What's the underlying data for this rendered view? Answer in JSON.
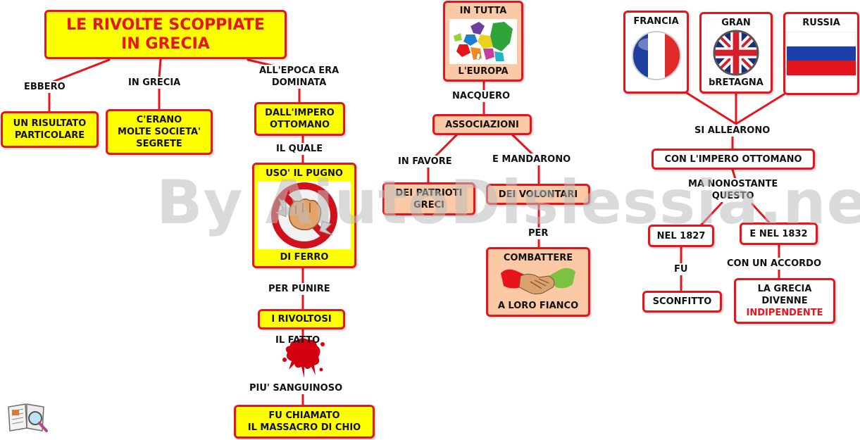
{
  "title_line1": "LE RIVOLTE SCOPPIATE",
  "title_line2": "IN GRECIA",
  "left": {
    "edge_ebbero": "EBBERO",
    "edge_in_grecia": "IN GRECIA",
    "risultato_1": "UN RISULTATO",
    "risultato_2": "PARTICOLARE",
    "societa_1": "C'ERANO",
    "societa_2": "MOLTE SOCIETA'",
    "societa_3": "SEGRETE"
  },
  "center": {
    "edge_epoca_1": "ALL'EPOCA ERA",
    "edge_epoca_2": "DOMINATA",
    "impero_1": "DALL'IMPERO",
    "impero_2": "OTTOMANO",
    "edge_il_quale": "IL QUALE",
    "pugno_top": "USO' IL PUGNO",
    "pugno_bottom": "DI FERRO",
    "edge_per_punire": "PER PUNIRE",
    "rivoltosi": "I RIVOLTOSI",
    "edge_il_fatto": "IL FATTO",
    "edge_sanguinoso": "PIU' SANGUINOSO",
    "massacro_1": "FU CHIAMATO",
    "massacro_2": "IL MASSACRO DI CHIO"
  },
  "europe": {
    "europa_top": "IN TUTTA",
    "europa_bottom": "L'EUROPA",
    "edge_nacquero": "NACQUERO",
    "associazioni": "ASSOCIAZIONI",
    "edge_in_favore": "IN FAVORE",
    "edge_mandarono": "E MANDARONO",
    "patrioti_1": "DEI PATRIOTI",
    "patrioti_2": "GRECI",
    "volontari": "DEI VOLONTARI",
    "edge_per": "PER",
    "combattere_top": "COMBATTERE",
    "combattere_bottom": "A LORO FIANCO"
  },
  "powers": {
    "francia": "FRANCIA",
    "gran_1": "GRAN",
    "gran_2": "bRETAGNA",
    "russia": "RUSSIA",
    "edge_allearono": "SI ALLEARONO",
    "ottomano": "CON L'IMPERO OTTOMANO",
    "edge_nonostante_1": "MA NONOSTANTE",
    "edge_nonostante_2": "QUESTO",
    "nel_1827": "NEL 1827",
    "nel_1832": "E NEL 1832",
    "edge_fu": "FU",
    "sconfitto": "SCONFITTO",
    "edge_accordo": "CON UN ACCORDO",
    "grecia_1": "LA GRECIA",
    "grecia_2": "DIVENNE",
    "grecia_3": "INDIPENDENTE"
  },
  "watermark": "By AiutoDislessia.net",
  "colors": {
    "border": "#e8141c",
    "yellow": "#ffff00",
    "peach": "#fbc9a6",
    "line": "#e8141c"
  }
}
